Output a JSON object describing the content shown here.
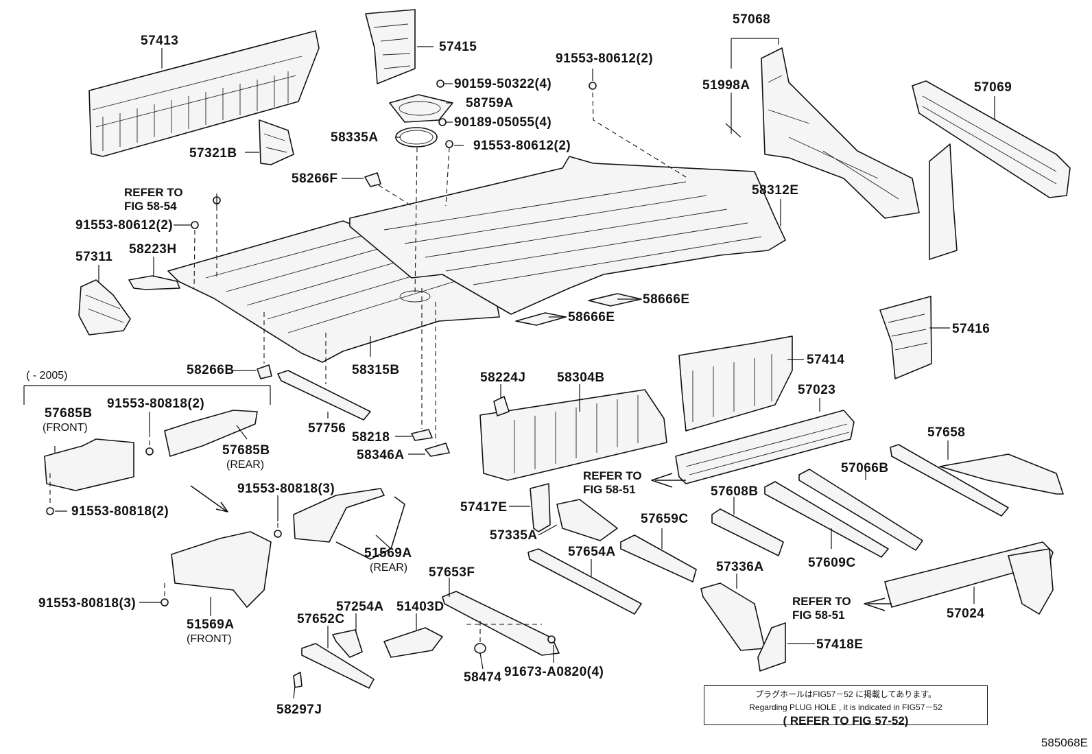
{
  "diagram": {
    "labels": {
      "p57413": "57413",
      "p57415": "57415",
      "b90159": "90159-50322(4)",
      "p58759A": "58759A",
      "b90189": "90189-05055(4)",
      "p58335A": "58335A",
      "b91553_mid": "91553-80612(2)",
      "b91553_top": "91553-80612(2)",
      "p57068": "57068",
      "p51998A": "51998A",
      "p57069": "57069",
      "p57321B": "57321B",
      "p58266F": "58266F",
      "p58312E": "58312E",
      "refer_58_54_a": "REFER TO",
      "refer_58_54_b": "FIG 58-54",
      "b91553_left": "91553-80612(2)",
      "p57311": "57311",
      "p58223H": "58223H",
      "p58666E_a": "58666E",
      "p58666E_b": "58666E",
      "p57416": "57416",
      "p58315B": "58315B",
      "p58266B": "58266B",
      "date_range": "(      - 2005)",
      "p57685B_front": "57685B",
      "front_a": "(FRONT)",
      "b91553_80818_a": "91553-80818(2)",
      "p57685B_rear": "57685B",
      "rear_a": "(REAR)",
      "b91553_80818_b": "91553-80818(2)",
      "p57756": "57756",
      "p58218": "58218",
      "p58346A": "58346A",
      "p58224J": "58224J",
      "p58304B": "58304B",
      "p57414": "57414",
      "p57023": "57023",
      "p57658": "57658",
      "refer_58_51_a1": "REFER TO",
      "refer_58_51_a2": "FIG 58-51",
      "p57066B": "57066B",
      "p57608B": "57608B",
      "b91553_80818_c": "91553-80818(3)",
      "p51569A_rear": "51569A",
      "rear_b": "(REAR)",
      "p57417E": "57417E",
      "p57335A": "57335A",
      "p57659C": "57659C",
      "p57654A": "57654A",
      "p57609C": "57609C",
      "p57336A": "57336A",
      "p57653F": "57653F",
      "b91553_80818_d": "91553-80818(3)",
      "p51569A_front": "51569A",
      "front_b": "(FRONT)",
      "p57254A": "57254A",
      "p51403D": "51403D",
      "p57652C": "57652C",
      "refer_58_51_b1": "REFER TO",
      "refer_58_51_b2": "FIG 58-51",
      "p57024": "57024",
      "p57418E": "57418E",
      "p58474": "58474",
      "b91673": "91673-A0820(4)",
      "p58297J": "58297J"
    },
    "note": {
      "line_jp": "プラグホールはFIG57－52 に掲載してあります。",
      "line_en": "Regarding PLUG HOLE , it is indicated in FIG57－52",
      "line_ref": "( REFER TO FIG 57-52)"
    },
    "figure_id": "585068E"
  }
}
